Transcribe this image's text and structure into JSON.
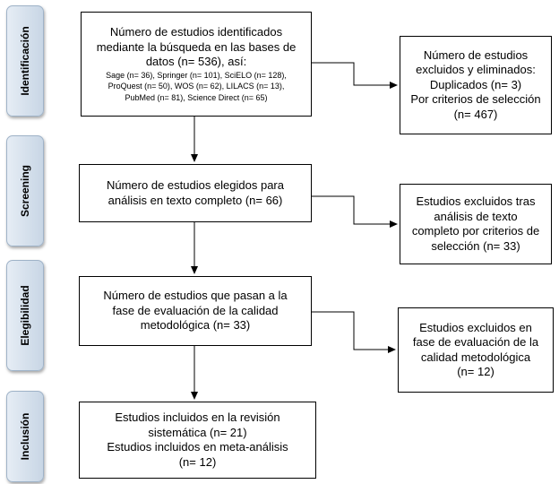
{
  "stages": {
    "identificacion": "Identificación",
    "screening": "Screening",
    "elegibilidad": "Elegibilidad",
    "inclusion": "Inclusión"
  },
  "boxes": {
    "identified": {
      "line1": "Número de estudios identificados",
      "line2": "mediante la búsqueda en las bases de",
      "line3": "datos (n= 536), así:",
      "db1": "Sage (n= 36), Springer (n= 101), SciELO (n= 128),",
      "db2": "ProQuest (n= 50), WOS (n= 62), LILACS (n= 13),",
      "db3": "PubMed (n= 81), Science Direct (n= 65)"
    },
    "excluded_duplicates": {
      "line1": "Número de estudios",
      "line2": "excluidos y eliminados:",
      "line3": "Duplicados (n= 3)",
      "line4": "Por criterios de selección",
      "line5": "(n= 467)"
    },
    "screened": {
      "line1": "Número de estudios elegidos para",
      "line2": "análisis en texto completo (n= 66)"
    },
    "excluded_fulltext": {
      "line1": "Estudios excluidos tras",
      "line2": "análisis de texto",
      "line3": "completo por criterios de",
      "line4": "selección (n= 33)"
    },
    "eligible": {
      "line1": "Número de estudios que pasan a la",
      "line2": "fase de evaluación de la calidad",
      "line3": "metodológica (n= 33)"
    },
    "excluded_quality": {
      "line1": "Estudios excluidos en",
      "line2": "fase de evaluación de la",
      "line3": "calidad metodológica",
      "line4": "(n= 12)"
    },
    "included": {
      "line1": "Estudios incluidos en la revisión",
      "line2": "sistemática (n= 21)",
      "line3": "Estudios incluidos en meta-análisis",
      "line4": "(n= 12)"
    }
  },
  "colors": {
    "stage_fill_left": "#e6edf5",
    "stage_fill_right": "#c8d6e5",
    "box_border": "#000000",
    "arrow": "#000000"
  }
}
